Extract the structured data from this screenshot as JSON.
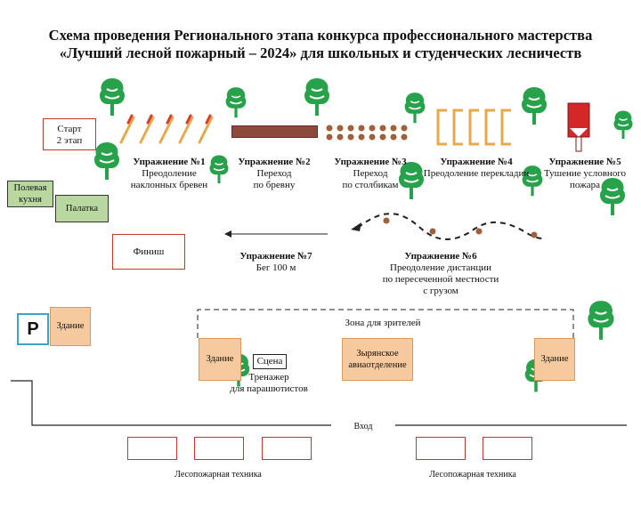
{
  "title": {
    "line1": "Схема проведения Регионального этапа конкурса профессионального мастерства",
    "line2": "«Лучший лесной пожарный – 2024» для школьных и студенческих лесничеств"
  },
  "start": {
    "line1": "Старт",
    "line2": "2 этап"
  },
  "field_kitchen": {
    "line1": "Полевая",
    "line2": "кухня"
  },
  "tent": "Палатка",
  "finish": "Финиш",
  "exercises": [
    {
      "title": "Упражнение №1",
      "line1": "Преодоление",
      "line2": "наклонных бревен"
    },
    {
      "title": "Упражнение №2",
      "line1": "Переход",
      "line2": "по бревну"
    },
    {
      "title": "Упражнение №3",
      "line1": "Переход",
      "line2": "по столбикам"
    },
    {
      "title": "Упражнение №4",
      "line1": "Преодоление перекладин",
      "line2": ""
    },
    {
      "title": "Упражнение №5",
      "line1": "Тушение условного",
      "line2": "пожара"
    },
    {
      "title": "Упражнение №6",
      "line1": "Преодоление дистанции",
      "line2": "по пересеченной местности",
      "line3": "с грузом"
    },
    {
      "title": "Упражнение №7",
      "line1": "Бег 100 м",
      "line2": ""
    }
  ],
  "parking": "P",
  "building": "Здание",
  "spectator_zone": "Зона для зрителей",
  "stage": "Сцена",
  "trainer": {
    "line1": "Тренажер",
    "line2": "для парашютистов"
  },
  "aviation": {
    "line1": "Зырянское",
    "line2": "авиаотделение"
  },
  "entrance": "Вход",
  "fire_equipment": "Лесопожарная техника",
  "colors": {
    "red": "#c0392b",
    "tree": "#27a24a",
    "peach": "#f7c99e",
    "green_box": "#b9d8a0",
    "log": "#8b4a3c",
    "posts": "#a0603a",
    "bars": "#e8a94d"
  }
}
